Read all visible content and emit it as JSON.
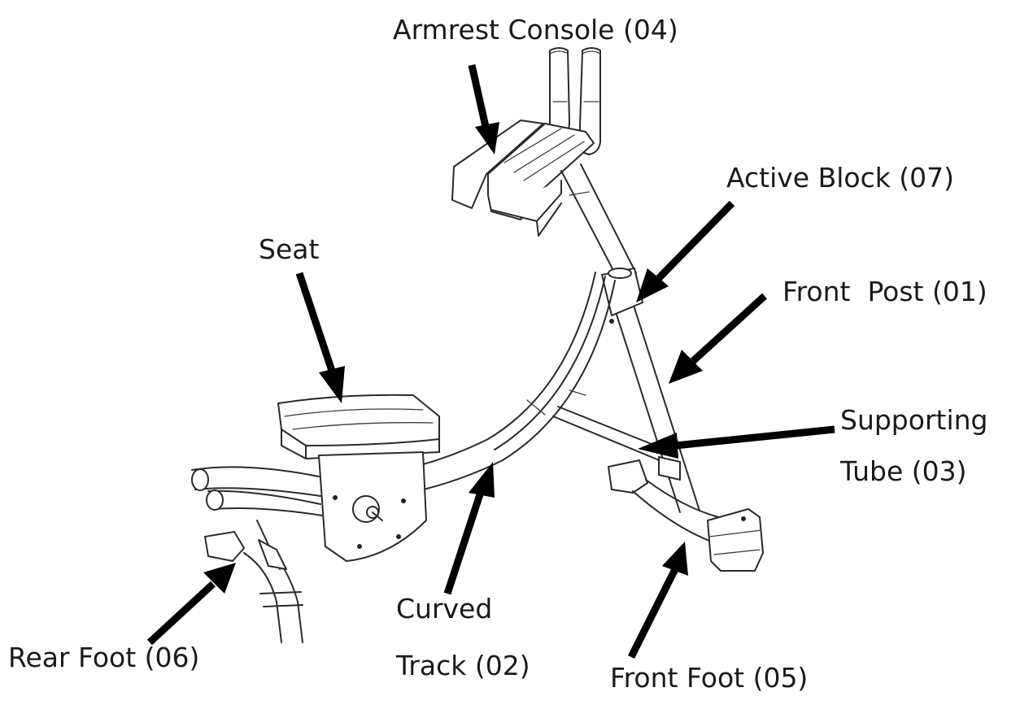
{
  "labels": {
    "armrest": "Armrest Console (04)",
    "active_block": "Active Block (07)",
    "seat": "Seat",
    "front_post": "Front  Post (01)",
    "supporting_1": "Supporting",
    "supporting_2": "Tube (03)",
    "curved_1": "Curved",
    "curved_2": "Track (02)",
    "rear_foot": "Rear Foot (06)",
    "front_foot": "Front Foot (05)"
  }
}
